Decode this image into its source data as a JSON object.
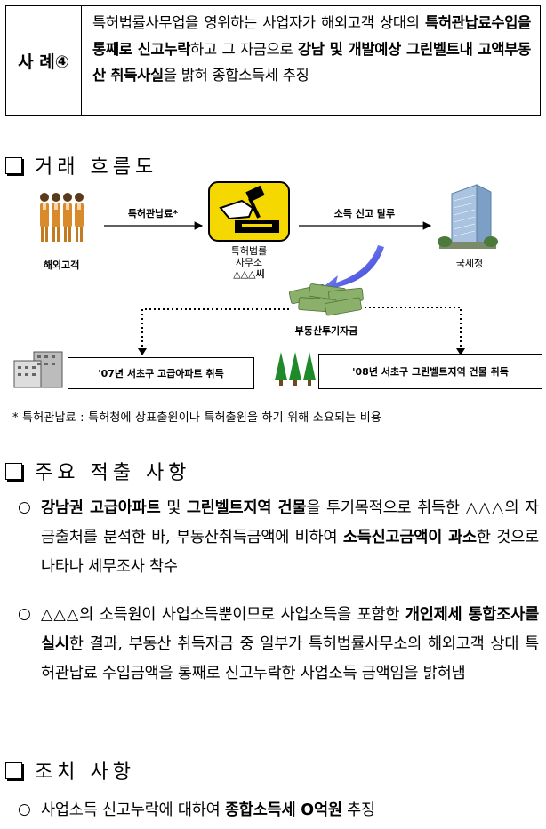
{
  "case": {
    "label": "사 례④",
    "line1": "특허법률사무업을 영위하는 사업자가 해외고객 상대의",
    "line2_bold": "특허관납료수입을 통째로 신고누락",
    "line2_rest": "하고 그 자금으로",
    "line3_bold": "강남 및 개발예상 그린벨트내 고액부동산 취득사실",
    "line3_rest": "을",
    "line4": "밝혀 종합소득세 추징"
  },
  "section1": {
    "title": "거래 흐름도"
  },
  "flow": {
    "customers_label": "해외고객",
    "arrow1_label": "특허관납료*",
    "office_label1": "특허법률",
    "office_label2": "사무소",
    "office_label3": "△△△씨",
    "arrow2_label": "소득 신고 탈루",
    "nts_label": "국세청",
    "fund_label": "부동산투기자금",
    "purchase1": "'07년 서초구 고급아파트 취득",
    "purchase2": "'08년 서초구 그린벨트지역 건물 취득"
  },
  "footnote": "* 특허관납료 : 특허청에 상표출원이나 특허출원을 하기 위해 소요되는 비용",
  "section2": {
    "title": "주요 적출 사항",
    "bullet_symbol": "○",
    "item1": {
      "b1": "강남권 고급아파트",
      "t1": " 및 ",
      "b2": "그린벨트지역 건물",
      "t2": "을 투기목적으로 취득한 △△△의 자금출처를 분석한 바, 부동산취득금액에 비하여 ",
      "b3": "소득신고금액이 과소",
      "t3": "한 것으로 나타나 세무조사 착수"
    },
    "item2": {
      "t1": "△△△의 소득원이 사업소득뿐이므로 사업소득을 포함한 ",
      "b1": "개인제세 통합조사를 실시",
      "t2": "한 결과, 부동산 취득자금 중 일부가 특허법률사무소의 해외고객 상대 특허관납료 수입금액을 통째로 신고누락한 사업소득 금액임을 밝혀냄"
    }
  },
  "section3": {
    "title": "조치 사항",
    "item1": {
      "t1": "사업소득 신고누락에 대하여 ",
      "b1": "종합소득세 O억원",
      "t2": " 추징"
    }
  }
}
